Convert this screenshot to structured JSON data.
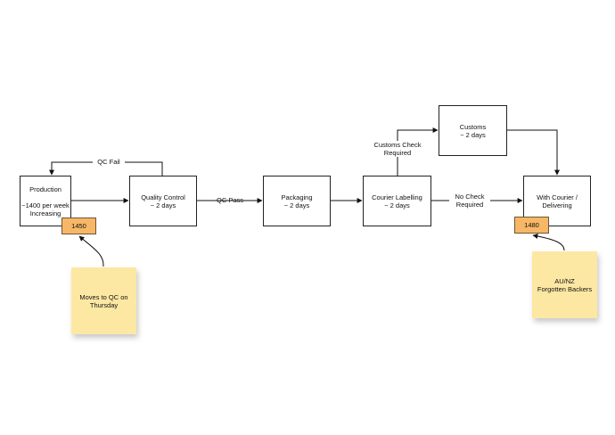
{
  "nodes": {
    "production": "Production\n\n~1400 per week\nIncreasing",
    "quality_control": "Quality Control\n~ 2 days",
    "packaging": "Packaging\n~ 2 days",
    "courier_labelling": "Courier Labelling\n~ 2 days",
    "customs": "Customs\n~ 2 days",
    "with_courier": "With Courier / Delivering"
  },
  "tags": {
    "production_count": "1450",
    "with_courier_count": "1480"
  },
  "notes": {
    "production_note": "Moves to QC on\nThursday",
    "courier_note": "AU/NZ\nForgotten Backers"
  },
  "edges": {
    "qc_fail": "QC Fail",
    "qc_pass": "QC Pass",
    "customs_check": "Customs Check\nRequired",
    "no_check": "No Check\nRequired"
  },
  "colors": {
    "tag_fill": "#f7b766",
    "note_fill": "#fde8a3",
    "line": "#111111"
  }
}
